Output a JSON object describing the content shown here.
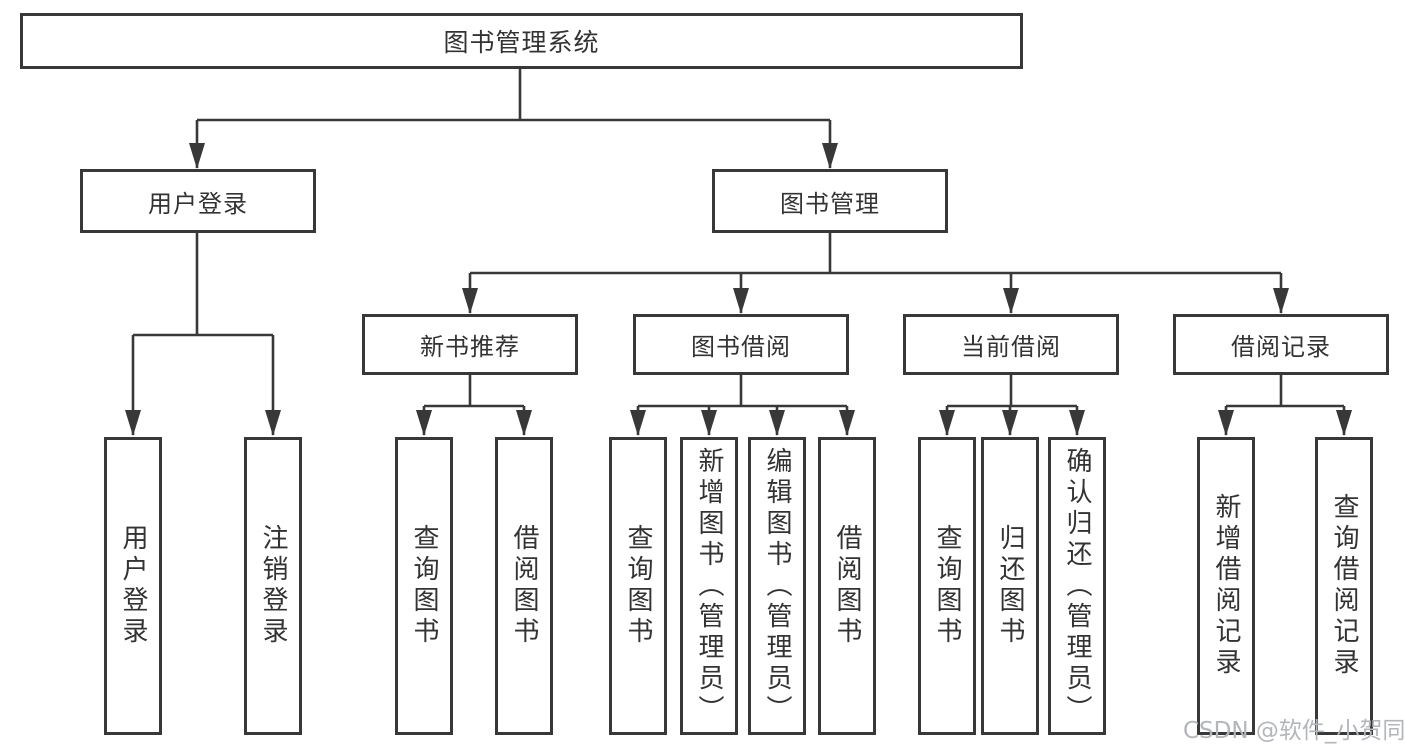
{
  "diagram_title": "图书管理系统",
  "tree": {
    "label": "图书管理系统",
    "children": [
      {
        "label": "用户登录",
        "children": [
          {
            "label": "用户登录"
          },
          {
            "label": "注销登录"
          }
        ]
      },
      {
        "label": "图书管理",
        "children": [
          {
            "label": "新书推荐",
            "children": [
              {
                "label": "查询图书"
              },
              {
                "label": "借阅图书"
              }
            ]
          },
          {
            "label": "图书借阅",
            "children": [
              {
                "label": "查询图书"
              },
              {
                "label": "新增图书（管理员）"
              },
              {
                "label": "编辑图书（管理员）"
              },
              {
                "label": "借阅图书"
              }
            ]
          },
          {
            "label": "当前借阅",
            "children": [
              {
                "label": "查询图书"
              },
              {
                "label": "归还图书"
              },
              {
                "label": "确认归还（管理员）"
              }
            ]
          },
          {
            "label": "借阅记录",
            "children": [
              {
                "label": "新增借阅记录"
              },
              {
                "label": "查询借阅记录"
              }
            ]
          }
        ]
      }
    ]
  },
  "watermark": {
    "text": "CSDN @软件_小贺同学"
  },
  "colors": {
    "line": "#383838",
    "text": "#333333",
    "background": "#ffffff",
    "watermark": "#b3b6ba"
  }
}
